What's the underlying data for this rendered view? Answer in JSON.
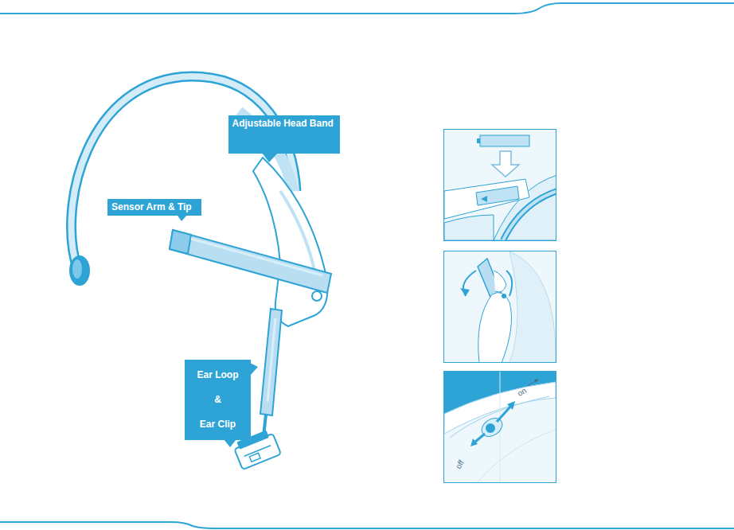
{
  "diagram": {
    "nodes": [
      {
        "text": [
          "Adjustable Head Band"
        ]
      },
      {
        "text": [
          "Sensor Arm & Tip"
        ]
      },
      {
        "text": [
          "Ear Loop",
          "&",
          "Ear Clip"
        ]
      }
    ],
    "labels": [
      "on",
      "off"
    ]
  }
}
